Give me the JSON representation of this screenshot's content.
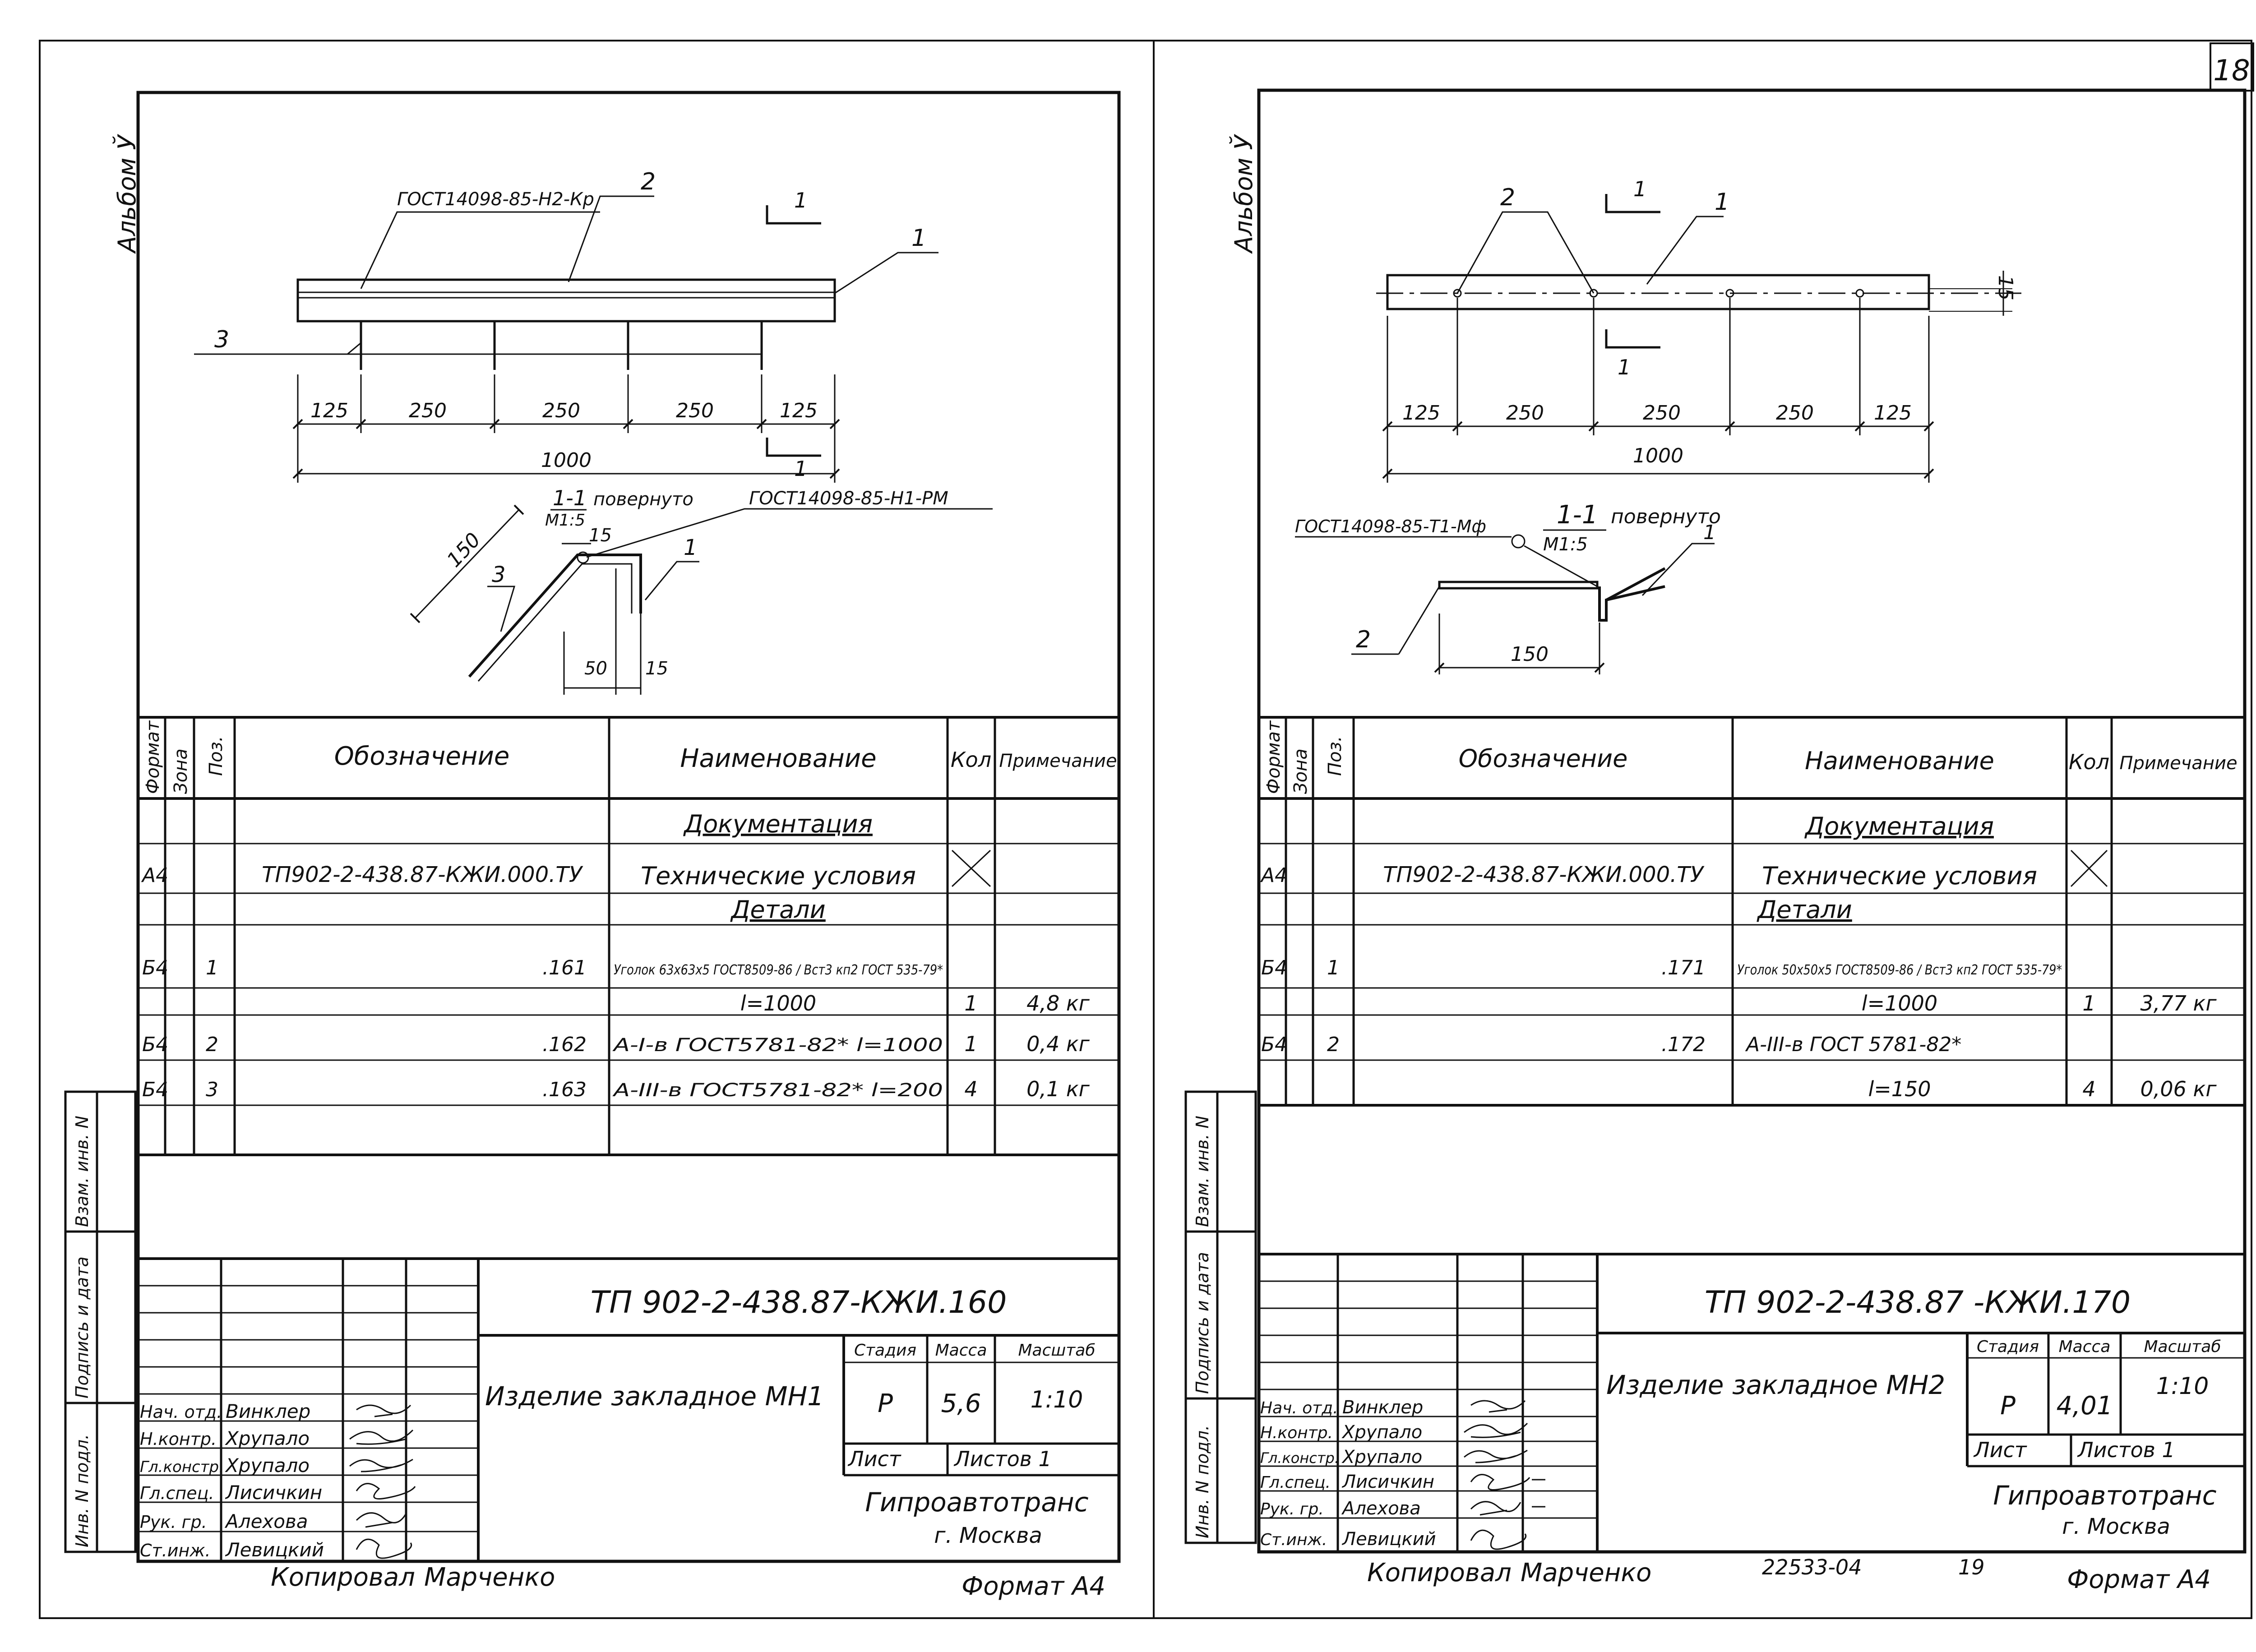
{
  "page_number": "18",
  "left_sheet": {
    "album": "Альбом Ў",
    "drawing": {
      "gost_top": "ГОСТ14098-85-Н2-Кр",
      "leaders": [
        "2",
        "1",
        "3"
      ],
      "section_mark": "1",
      "dims": [
        "125",
        "250",
        "250",
        "250",
        "125"
      ],
      "total": "1000",
      "section_title": "1-1",
      "section_note": "повернуто",
      "section_scale": "М1:5",
      "section_gost": "ГОСТ14098-85-Н1-РМ",
      "sec_dims": [
        "150",
        "15",
        "50",
        "15"
      ],
      "sec_leaders": [
        "3",
        "1"
      ]
    },
    "spec": {
      "headers": {
        "format": "Формат",
        "zone": "Зона",
        "pos": "Поз.",
        "designation": "Обозначение",
        "name": "Наименование",
        "qty": "Кол",
        "note": "Примечание"
      },
      "rows": [
        {
          "format": "",
          "pos": "",
          "designation": "",
          "name": "Документация",
          "qty": "",
          "note": ""
        },
        {
          "format": "А4",
          "pos": "",
          "designation": "ТП902-2-438.87-КЖИ.000.ТУ",
          "name": "Технические условия",
          "qty": "",
          "note": ""
        },
        {
          "format": "",
          "pos": "",
          "designation": "",
          "name": "Детали",
          "qty": "",
          "note": ""
        },
        {
          "format": "Б4",
          "pos": "1",
          "designation": ".161",
          "name": "Уголок 63х63х5 ГОСТ8509-86 / Вст3 кп2 ГОСТ 535-79*",
          "qty": "",
          "note": ""
        },
        {
          "format": "",
          "pos": "",
          "designation": "",
          "name": "l=1000",
          "qty": "1",
          "note": "4,8 кг"
        },
        {
          "format": "Б4",
          "pos": "2",
          "designation": ".162",
          "name": "А-I-в ГОСТ5781-82* l=1000",
          "qty": "1",
          "note": "0,4 кг"
        },
        {
          "format": "Б4",
          "pos": "3",
          "designation": ".163",
          "name": "А-III-в ГОСТ5781-82* l=200",
          "qty": "4",
          "note": "0,1 кг"
        },
        {
          "format": "",
          "pos": "",
          "designation": "",
          "name": "",
          "qty": "",
          "note": ""
        }
      ]
    },
    "stamp": {
      "code": "ТП 902-2-438.87-КЖИ.160",
      "title": "Изделие закладное МН1",
      "stage_label": "Стадия",
      "mass_label": "Масса",
      "scale_label": "Масштаб",
      "stage": "Р",
      "mass": "5,6",
      "scale": "1:10",
      "sheet_label": "Лист",
      "sheets_label": "Листов 1",
      "org": "Гипроавтотранс",
      "city": "г. Москва",
      "roles": [
        "Нач. отд.",
        "Н.контр.",
        "Гл.констр.",
        "Гл.спец.",
        "Рук. гр.",
        "Ст.инж."
      ],
      "names": [
        "Винклер",
        "Хрупало",
        "Хрупало",
        "Лисичкин",
        "Алехова",
        "Левицкий"
      ]
    },
    "side_labels": [
      "Инв. N подл.",
      "Подпись и дата",
      "Взам. инв. N"
    ],
    "copied": "Копировал",
    "copier": "Марченко",
    "format": "Формат А4"
  },
  "right_sheet": {
    "album": "Альбом Ў",
    "drawing": {
      "leaders": [
        "2",
        "1"
      ],
      "section_mark": "1",
      "dim_15": "15",
      "dims": [
        "125",
        "250",
        "250",
        "250",
        "125"
      ],
      "total": "1000",
      "section_title": "1-1",
      "section_note": "повернуто",
      "section_scale": "М1:5",
      "section_gost": "ГОСТ14098-85-Т1-Мф",
      "sec_dim": "150",
      "sec_leaders": [
        "2",
        "1"
      ]
    },
    "spec": {
      "headers": {
        "format": "Формат",
        "zone": "Зона",
        "pos": "Поз.",
        "designation": "Обозначение",
        "name": "Наименование",
        "qty": "Кол",
        "note": "Примечание"
      },
      "rows": [
        {
          "format": "",
          "pos": "",
          "designation": "",
          "name": "Документация",
          "qty": "",
          "note": ""
        },
        {
          "format": "А4",
          "pos": "",
          "designation": "ТП902-2-438.87-КЖИ.000.ТУ",
          "name": "Технические условия",
          "qty": "",
          "note": ""
        },
        {
          "format": "",
          "pos": "",
          "designation": "",
          "name": "Детали",
          "qty": "",
          "note": ""
        },
        {
          "format": "Б4",
          "pos": "1",
          "designation": ".171",
          "name": "Уголок 50х50х5 ГОСТ8509-86 / Вст3 кп2 ГОСТ 535-79*",
          "qty": "",
          "note": ""
        },
        {
          "format": "",
          "pos": "",
          "designation": "",
          "name": "l=1000",
          "qty": "1",
          "note": "3,77 кг"
        },
        {
          "format": "Б4",
          "pos": "2",
          "designation": ".172",
          "name": "А-III-в ГОСТ 5781-82*",
          "qty": "",
          "note": ""
        },
        {
          "format": "",
          "pos": "",
          "designation": "",
          "name": "l=150",
          "qty": "4",
          "note": "0,06 кг"
        }
      ]
    },
    "stamp": {
      "code": "ТП 902-2-438.87 -КЖИ.170",
      "title": "Изделие закладное МН2",
      "stage_label": "Стадия",
      "mass_label": "Масса",
      "scale_label": "Масштаб",
      "stage": "Р",
      "mass": "4,01",
      "scale": "1:10",
      "sheet_label": "Лист",
      "sheets_label": "Листов 1",
      "org": "Гипроавтотранс",
      "city": "г. Москва",
      "roles": [
        "Нач. отд.",
        "Н.контр.",
        "Гл.констр.",
        "Гл.спец.",
        "Рук. гр.",
        "Ст.инж."
      ],
      "names": [
        "Винклер",
        "Хрупало",
        "Хрупало",
        "Лисичкин",
        "Алехова",
        "Левицкий"
      ]
    },
    "side_labels": [
      "Инв. N подл.",
      "Подпись и дата",
      "Взам. инв. N"
    ],
    "copied": "Копировал",
    "copier": "Марченко",
    "format": "Формат А4",
    "archive_no": "22533-04",
    "archive_sheet": "19"
  }
}
